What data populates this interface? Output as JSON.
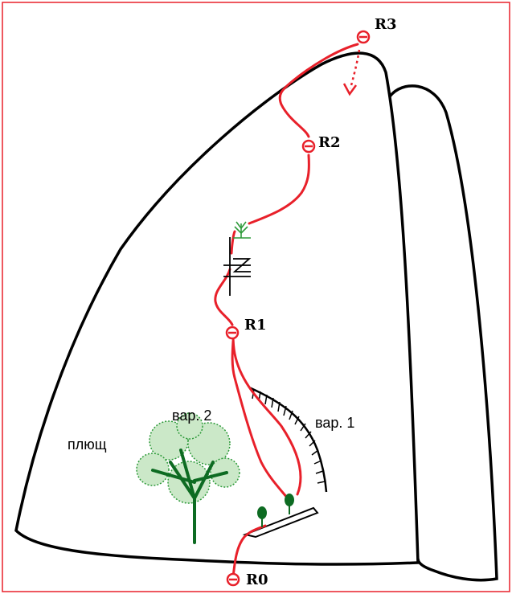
{
  "colors": {
    "route": "#e8202a",
    "outline": "#000000",
    "vegetation": "#2e9a3a",
    "border": "#e8202a"
  },
  "anchors": [
    {
      "id": "r0",
      "label": "R0"
    },
    {
      "id": "r1",
      "label": "R1"
    },
    {
      "id": "r2",
      "label": "R2"
    },
    {
      "id": "r3",
      "label": "R3"
    }
  ],
  "labels": {
    "variant1": "вар. 1",
    "variant2": "вар. 2",
    "ivy": "плющ"
  },
  "icons": [
    "anchor-icon",
    "bush-icon",
    "tree-icon",
    "grass-icon",
    "crack-icon",
    "rappel-arrow-icon"
  ]
}
